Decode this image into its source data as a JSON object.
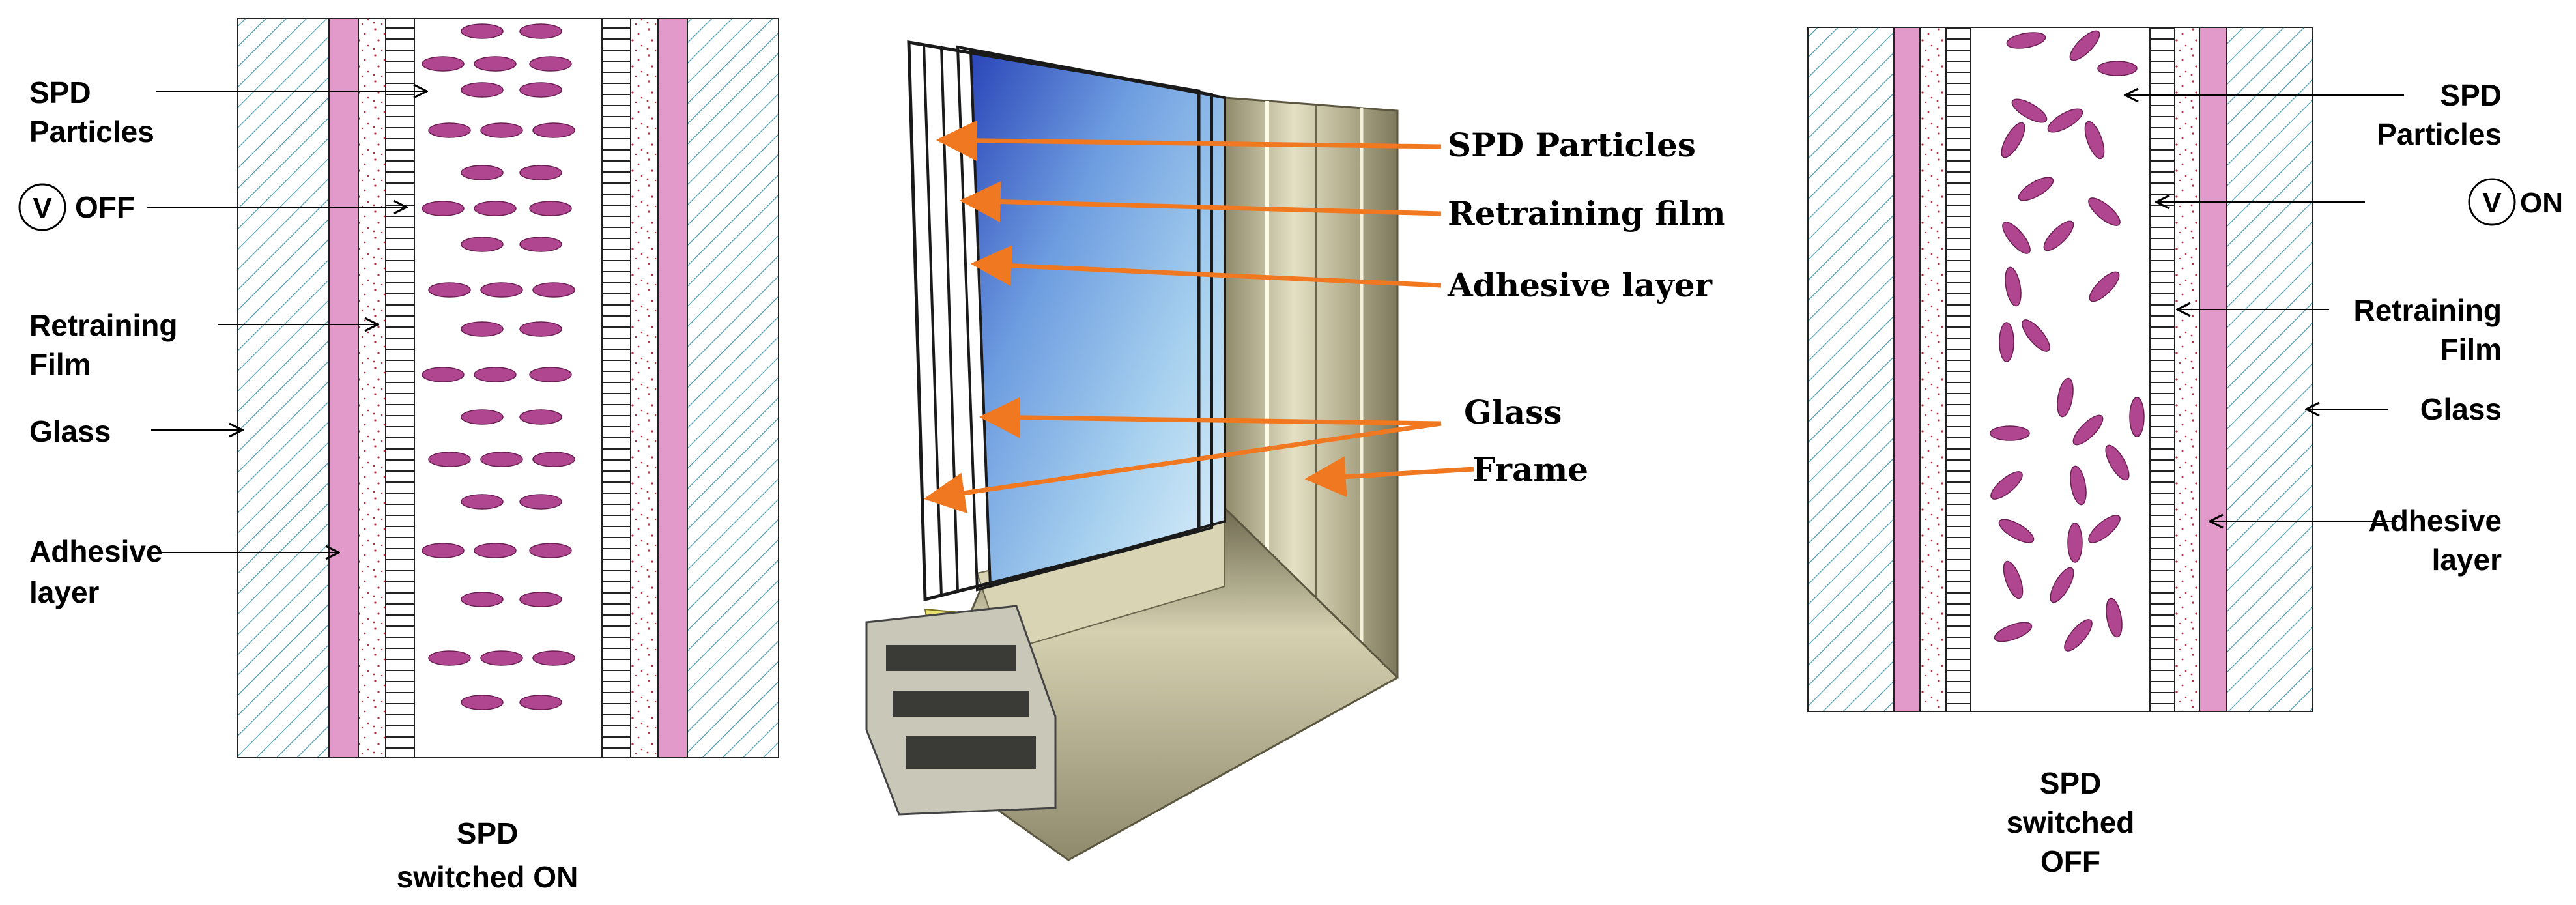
{
  "left_diagram": {
    "labels": {
      "spd_particles_1": "SPD",
      "spd_particles_2": "Particles",
      "voltage_symbol": "V",
      "voltage_state": "OFF",
      "retraining_1": "Retraining",
      "retraining_2": "Film",
      "glass": "Glass",
      "adhesive_1": "Adhesive",
      "adhesive_2": "layer"
    },
    "caption_1": "SPD",
    "caption_2": "switched ON"
  },
  "center_diagram": {
    "labels": {
      "spd_particles": "SPD Particles",
      "retraining_film": "Retraining film",
      "adhesive_layer": "Adhesive layer",
      "glass": "Glass",
      "frame": "Frame"
    }
  },
  "right_diagram": {
    "labels": {
      "spd_particles_1": "SPD",
      "spd_particles_2": "Particles",
      "voltage_symbol": "V",
      "voltage_state": "ON",
      "retraining_1": "Retraining",
      "retraining_2": "Film",
      "glass": "Glass",
      "adhesive_1": "Adhesive",
      "adhesive_2": "layer"
    },
    "caption_1": "SPD",
    "caption_2": "switched",
    "caption_3": "OFF"
  },
  "colors": {
    "particle": "#b0468f",
    "pink_layer": "#e29acb",
    "hatch": "#4a9ab0",
    "orange_arrow": "#f07820",
    "speckle": "#b03040"
  }
}
